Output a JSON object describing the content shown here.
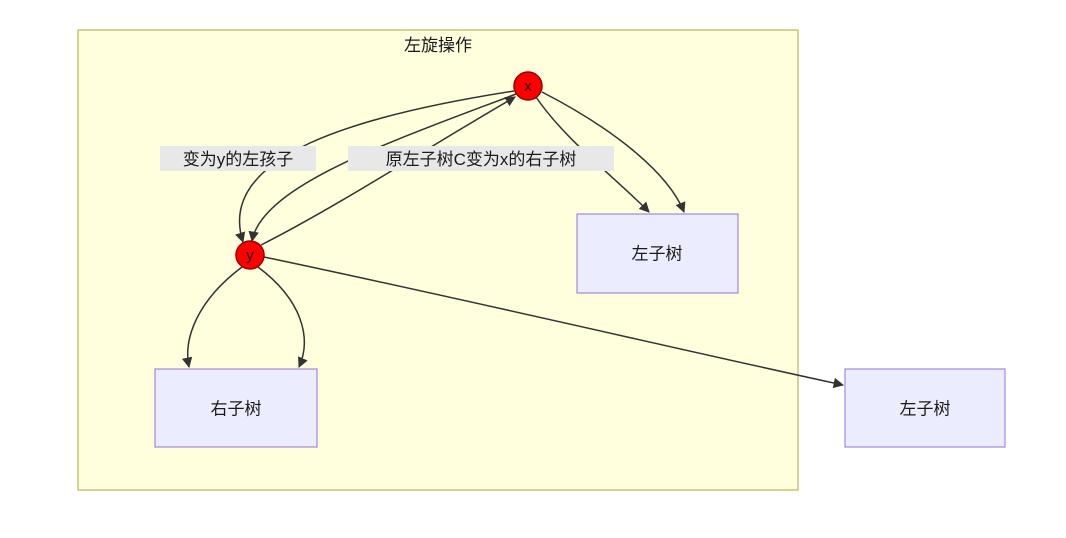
{
  "diagram": {
    "title": "左旋操作",
    "nodes": {
      "x": "x",
      "y": "y"
    },
    "boxes": {
      "inner_left_subtree": "左子树",
      "right_subtree": "右子树",
      "outer_left_subtree": "左子树"
    },
    "edge_labels": {
      "become_y_left_child": "变为y的左孩子",
      "c_become_x_right_subtree": "原左子树C变为x的右子树"
    },
    "colors": {
      "group_fill": "#ffffde",
      "group_stroke": "#aaaa33",
      "box_fill": "#ececff",
      "box_stroke": "#9370db",
      "node_fill": "#ff0000",
      "node_stroke": "#990000",
      "edge_stroke": "#333333",
      "edge_label_bg": "#e8e8e8",
      "page_bg": "#ffffff"
    }
  }
}
